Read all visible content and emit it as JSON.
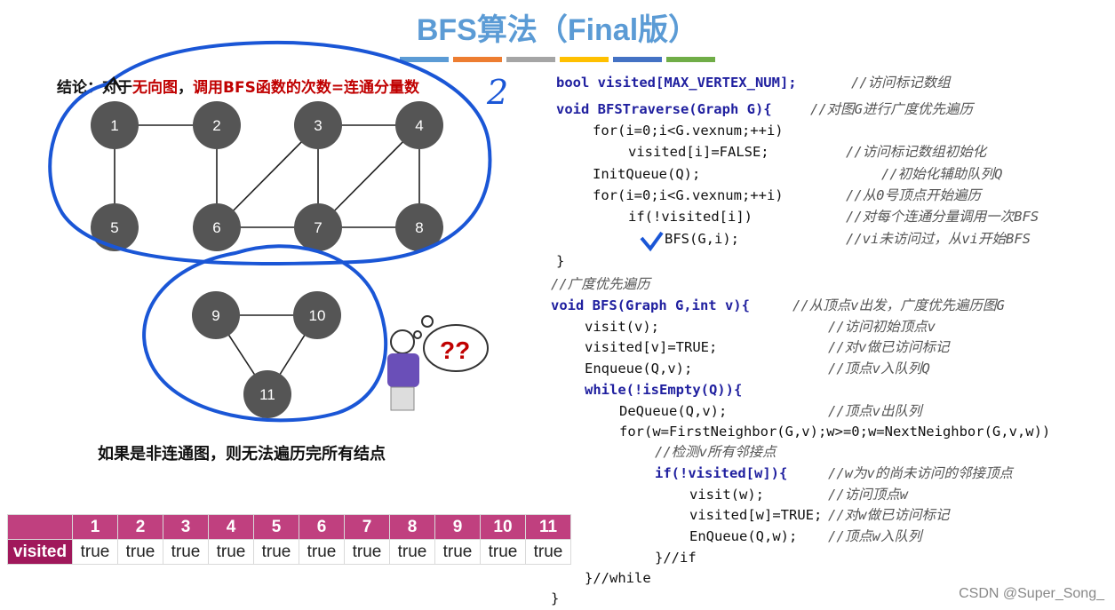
{
  "title": "BFS算法（Final版）",
  "title_bar_colors": [
    "#5b9bd5",
    "#ed7d31",
    "#a5a5a5",
    "#ffc000",
    "#4472c4",
    "#70ad47"
  ],
  "conclusion": {
    "prefix": "结论：对于",
    "red1": "无向图",
    "mid": "，",
    "red2": "调用BFS函数的次数=连通分量数",
    "handwritten_count": "2"
  },
  "graph": {
    "node_color": "#555555",
    "nodes": [
      "1",
      "2",
      "3",
      "4",
      "5",
      "6",
      "7",
      "8",
      "9",
      "10",
      "11"
    ],
    "edges": [
      [
        "1",
        "2"
      ],
      [
        "1",
        "5"
      ],
      [
        "2",
        "6"
      ],
      [
        "3",
        "6"
      ],
      [
        "3",
        "7"
      ],
      [
        "3",
        "4"
      ],
      [
        "4",
        "7"
      ],
      [
        "4",
        "8"
      ],
      [
        "6",
        "7"
      ],
      [
        "7",
        "8"
      ],
      [
        "9",
        "10"
      ],
      [
        "9",
        "11"
      ],
      [
        "10",
        "11"
      ]
    ],
    "annotation_color": "#1a56d6"
  },
  "note": "如果是非连通图，则无法遍历完所有结点",
  "visited_table": {
    "row_label": "visited",
    "indices": [
      "1",
      "2",
      "3",
      "4",
      "5",
      "6",
      "7",
      "8",
      "9",
      "10",
      "11"
    ],
    "values": [
      "true",
      "true",
      "true",
      "true",
      "true",
      "true",
      "true",
      "true",
      "true",
      "true",
      "true"
    ]
  },
  "thinker": {
    "marks": "??"
  },
  "code": {
    "l1": "bool visited[MAX_VERTEX_NUM];",
    "c1": "//访问标记数组",
    "l2": "void BFSTraverse(Graph G){",
    "c2": "//对图G进行广度优先遍历",
    "l3": "for(i=0;i<G.vexnum;++i)",
    "l4": "visited[i]=FALSE;",
    "c4": "//访问标记数组初始化",
    "l5": "InitQueue(Q);",
    "c5": "//初始化辅助队列Q",
    "l6": "for(i=0;i<G.vexnum;++i)",
    "c6": "//从0号顶点开始遍历",
    "l7": "if(!visited[i])",
    "c7": "//对每个连通分量调用一次BFS",
    "l8": "BFS(G,i);",
    "c8": "//vi未访问过，从vi开始BFS",
    "l9": "}",
    "l10": "//广度优先遍历",
    "l11": "void BFS(Graph G,int v){",
    "c11": "//从顶点v出发，广度优先遍历图G",
    "l12": "visit(v);",
    "c12": "//访问初始顶点v",
    "l13": "visited[v]=TRUE;",
    "c13": "//对v做已访问标记",
    "l14": "Enqueue(Q,v);",
    "c14": "//顶点v入队列Q",
    "l15": "while(!isEmpty(Q)){",
    "l16": "DeQueue(Q,v);",
    "c16": "//顶点v出队列",
    "l17": "for(w=FirstNeighbor(G,v);w>=0;w=NextNeighbor(G,v,w))",
    "l18": "//检测v所有邻接点",
    "l19": "if(!visited[w]){",
    "c19": "//w为v的尚未访问的邻接顶点",
    "l20": "visit(w);",
    "c20": "//访问顶点w",
    "l21": "visited[w]=TRUE;",
    "c21": "//对w做已访问标记",
    "l22": "EnQueue(Q,w);",
    "c22": "//顶点w入队列",
    "l23": "}//if",
    "l24": "}//while",
    "l25": "}"
  },
  "watermark": "CSDN @Super_Song_"
}
